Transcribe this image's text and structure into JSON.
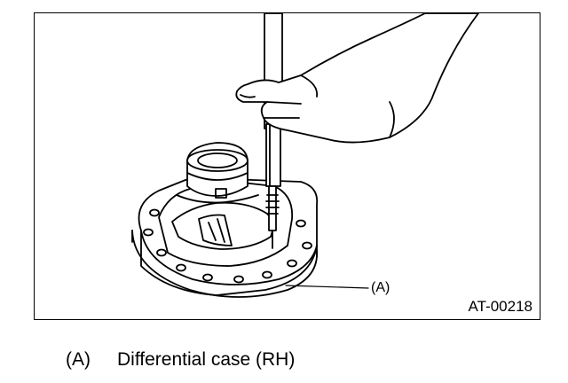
{
  "figure": {
    "callout_label": "(A)",
    "figure_code": "AT-00218"
  },
  "legend": {
    "items": [
      {
        "key": "(A)",
        "text": "Differential case (RH)"
      }
    ]
  }
}
